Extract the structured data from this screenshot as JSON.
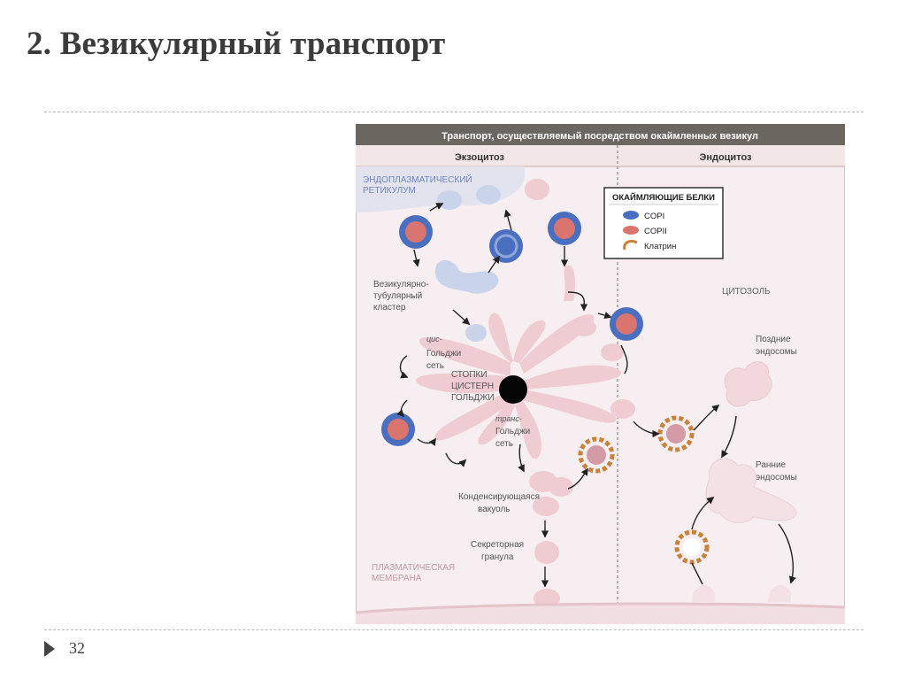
{
  "slide": {
    "title": "2. Везикулярный транспорт",
    "page_number": "32"
  },
  "figure": {
    "header": "Транспорт, осуществляемый посредством окаймленных везикул",
    "sections": {
      "left": "Экзоцитоз",
      "right": "Эндоцитоз"
    },
    "labels": {
      "er_line1": "ЭНДОПЛАЗМАТИЧЕСКИЙ",
      "er_line2": "РЕТИКУЛУМ",
      "vtc_line1": "Везикулярно-",
      "vtc_line2": "тубулярный",
      "vtc_line3": "кластер",
      "cis_line1": "цис-",
      "cis_line2": "Гольджи",
      "cis_line3": "сеть",
      "stack_line1": "СТОПКИ",
      "stack_line2": "ЦИСТЕРН",
      "stack_line3": "ГОЛЬДЖИ",
      "trans_line1": "транс-",
      "trans_line2": "Гольджи",
      "trans_line3": "сеть",
      "cond_line1": "Конденсирующаяся",
      "cond_line2": "вакуоль",
      "secr_line1": "Секреторная",
      "secr_line2": "гранула",
      "pm_line1": "ПЛАЗМАТИЧЕСКАЯ",
      "pm_line2": "МЕМБРАНА",
      "cytosol": "ЦИТОЗОЛЬ",
      "late_line1": "Поздние",
      "late_line2": "эндосомы",
      "early_line1": "Ранние",
      "early_line2": "эндосомы"
    },
    "legend": {
      "title": "ОКАЙМЛЯЮЩИЕ БЕЛКИ",
      "items": [
        {
          "label": "COPI",
          "color": "#4a6fc0"
        },
        {
          "label": "COPII",
          "color": "#d9756e"
        },
        {
          "label": "Клатрин",
          "color": "#c8823a"
        }
      ]
    },
    "colors": {
      "header_bg": "#6b6660",
      "section_bg": "#f3e6e6",
      "body_bg": "#f6eef0",
      "membrane": "#efcbd2",
      "er": "#c9d4ea",
      "copi": "#4a6fc0",
      "copii": "#d9756e",
      "clathrin": "#c8823a"
    }
  }
}
